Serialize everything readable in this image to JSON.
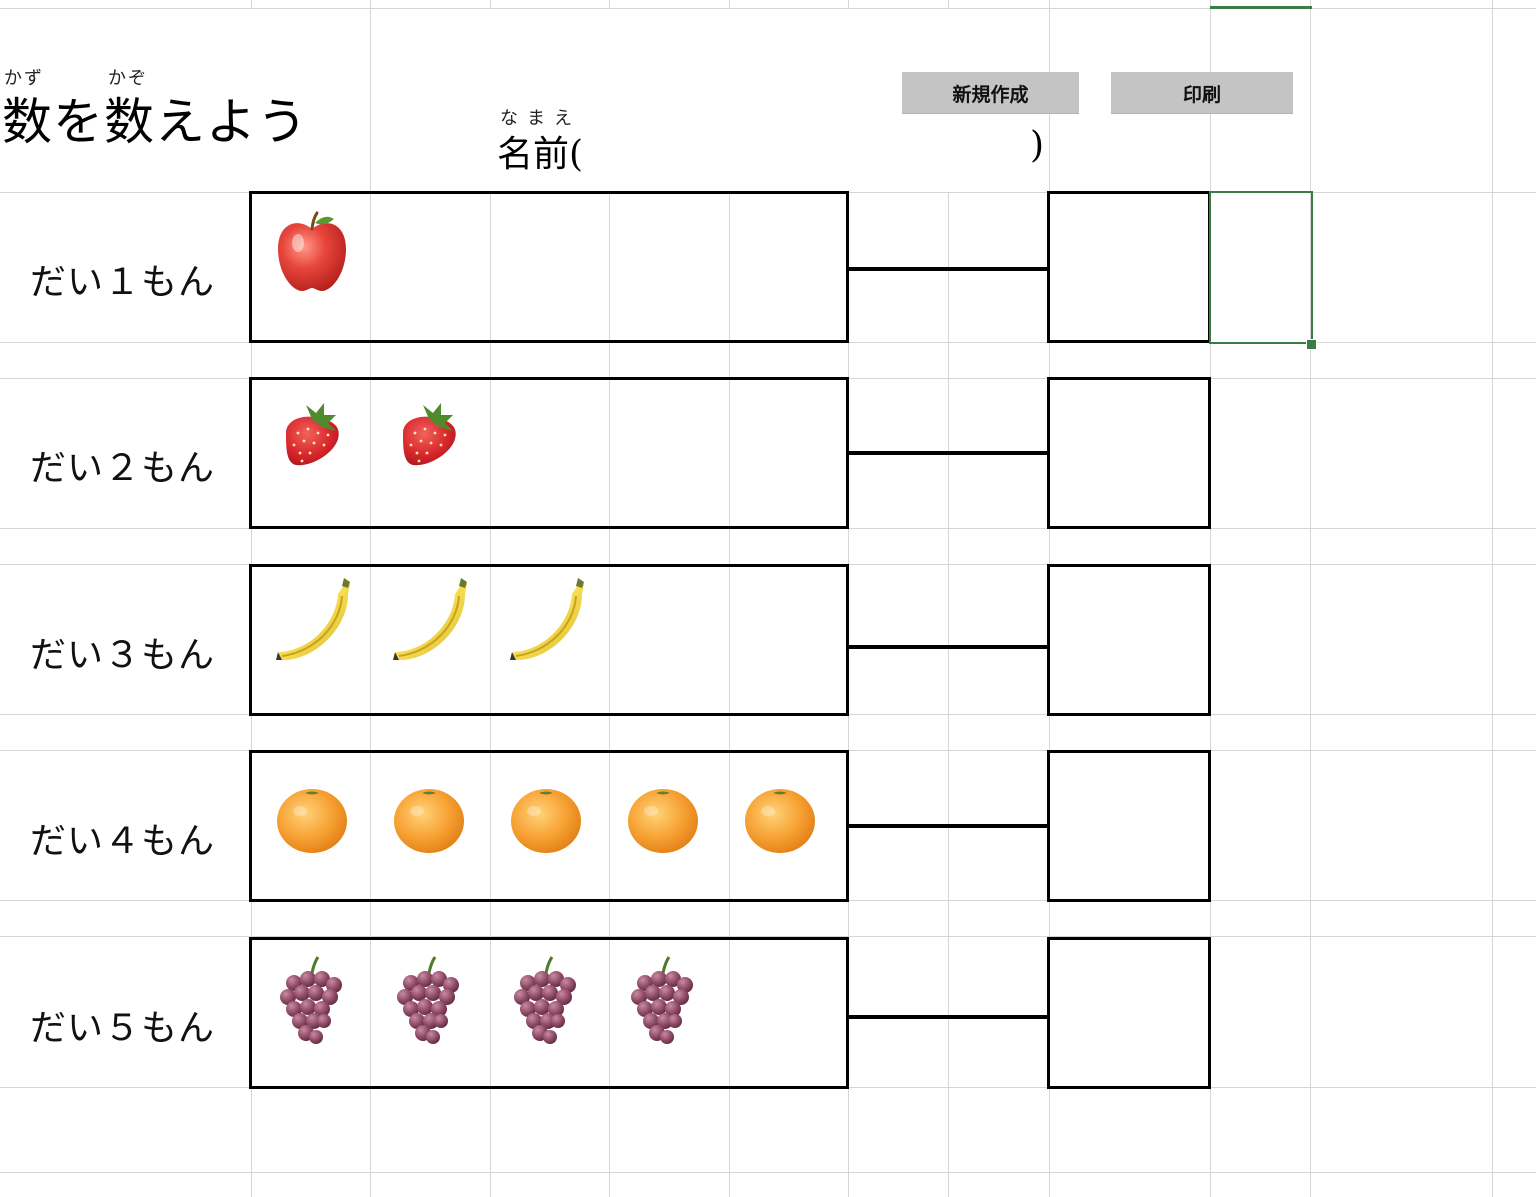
{
  "header": {
    "title": "数を数えよう",
    "title_ruby_kazu": "かず",
    "title_ruby_kazo": "かぞ",
    "name_label": "名前(",
    "name_close": ")",
    "name_ruby": "なまえ"
  },
  "toolbar": {
    "new_label": "新規作成",
    "print_label": "印刷"
  },
  "questions": [
    {
      "label": "だい１もん",
      "fruit": "apple",
      "count": 1
    },
    {
      "label": "だい２もん",
      "fruit": "strawberry",
      "count": 2
    },
    {
      "label": "だい３もん",
      "fruit": "banana",
      "count": 3
    },
    {
      "label": "だい４もん",
      "fruit": "orange",
      "count": 5
    },
    {
      "label": "だい５もん",
      "fruit": "grape",
      "count": 4
    }
  ],
  "colors": {
    "selection": "#3a7d44",
    "button_bg": "#c4c4c4",
    "grid": "#d6d6d6"
  }
}
